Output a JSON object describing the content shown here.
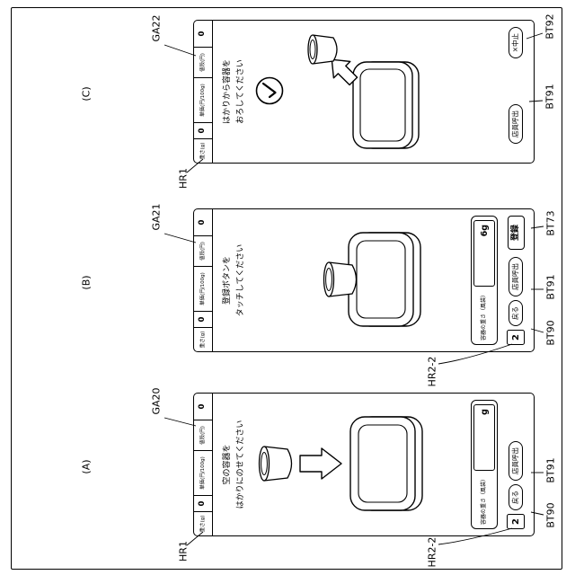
{
  "figure_labels": {
    "panel_a": "(A)",
    "panel_b": "(B)",
    "panel_c": "(C)",
    "ga20": "GA20",
    "ga21": "GA21",
    "ga22": "GA22",
    "hr1": "HR1",
    "hr2_2": "HR2-2",
    "bt90": "BT90",
    "bt91": "BT91",
    "bt92": "BT92",
    "bt73": "BT73"
  },
  "header": {
    "cells": [
      "重さ(g)",
      "0",
      "単価(円/100g)",
      "値段(円)",
      "0"
    ]
  },
  "screen_a": {
    "message_line1": "空の容器を",
    "message_line2": "はかりにのせてください",
    "step": "2",
    "tare_label": "容器の重さ（風袋）",
    "tare_value": "g",
    "back_button": "戻る",
    "call_button": "店員呼出"
  },
  "screen_b": {
    "message_line1": "登録ボタンを",
    "message_line2": "タッチしてください",
    "step": "2",
    "tare_label": "容器の重さ（風袋）",
    "tare_value": "6g",
    "back_button": "戻る",
    "call_button": "店員呼出",
    "register_button": "登録"
  },
  "screen_c": {
    "message_line1": "はかりから容器を",
    "message_line2": "おろしてください",
    "call_button": "店員呼出",
    "cancel_button": "×中止"
  },
  "colors": {
    "line": "#000000",
    "background": "#ffffff"
  }
}
